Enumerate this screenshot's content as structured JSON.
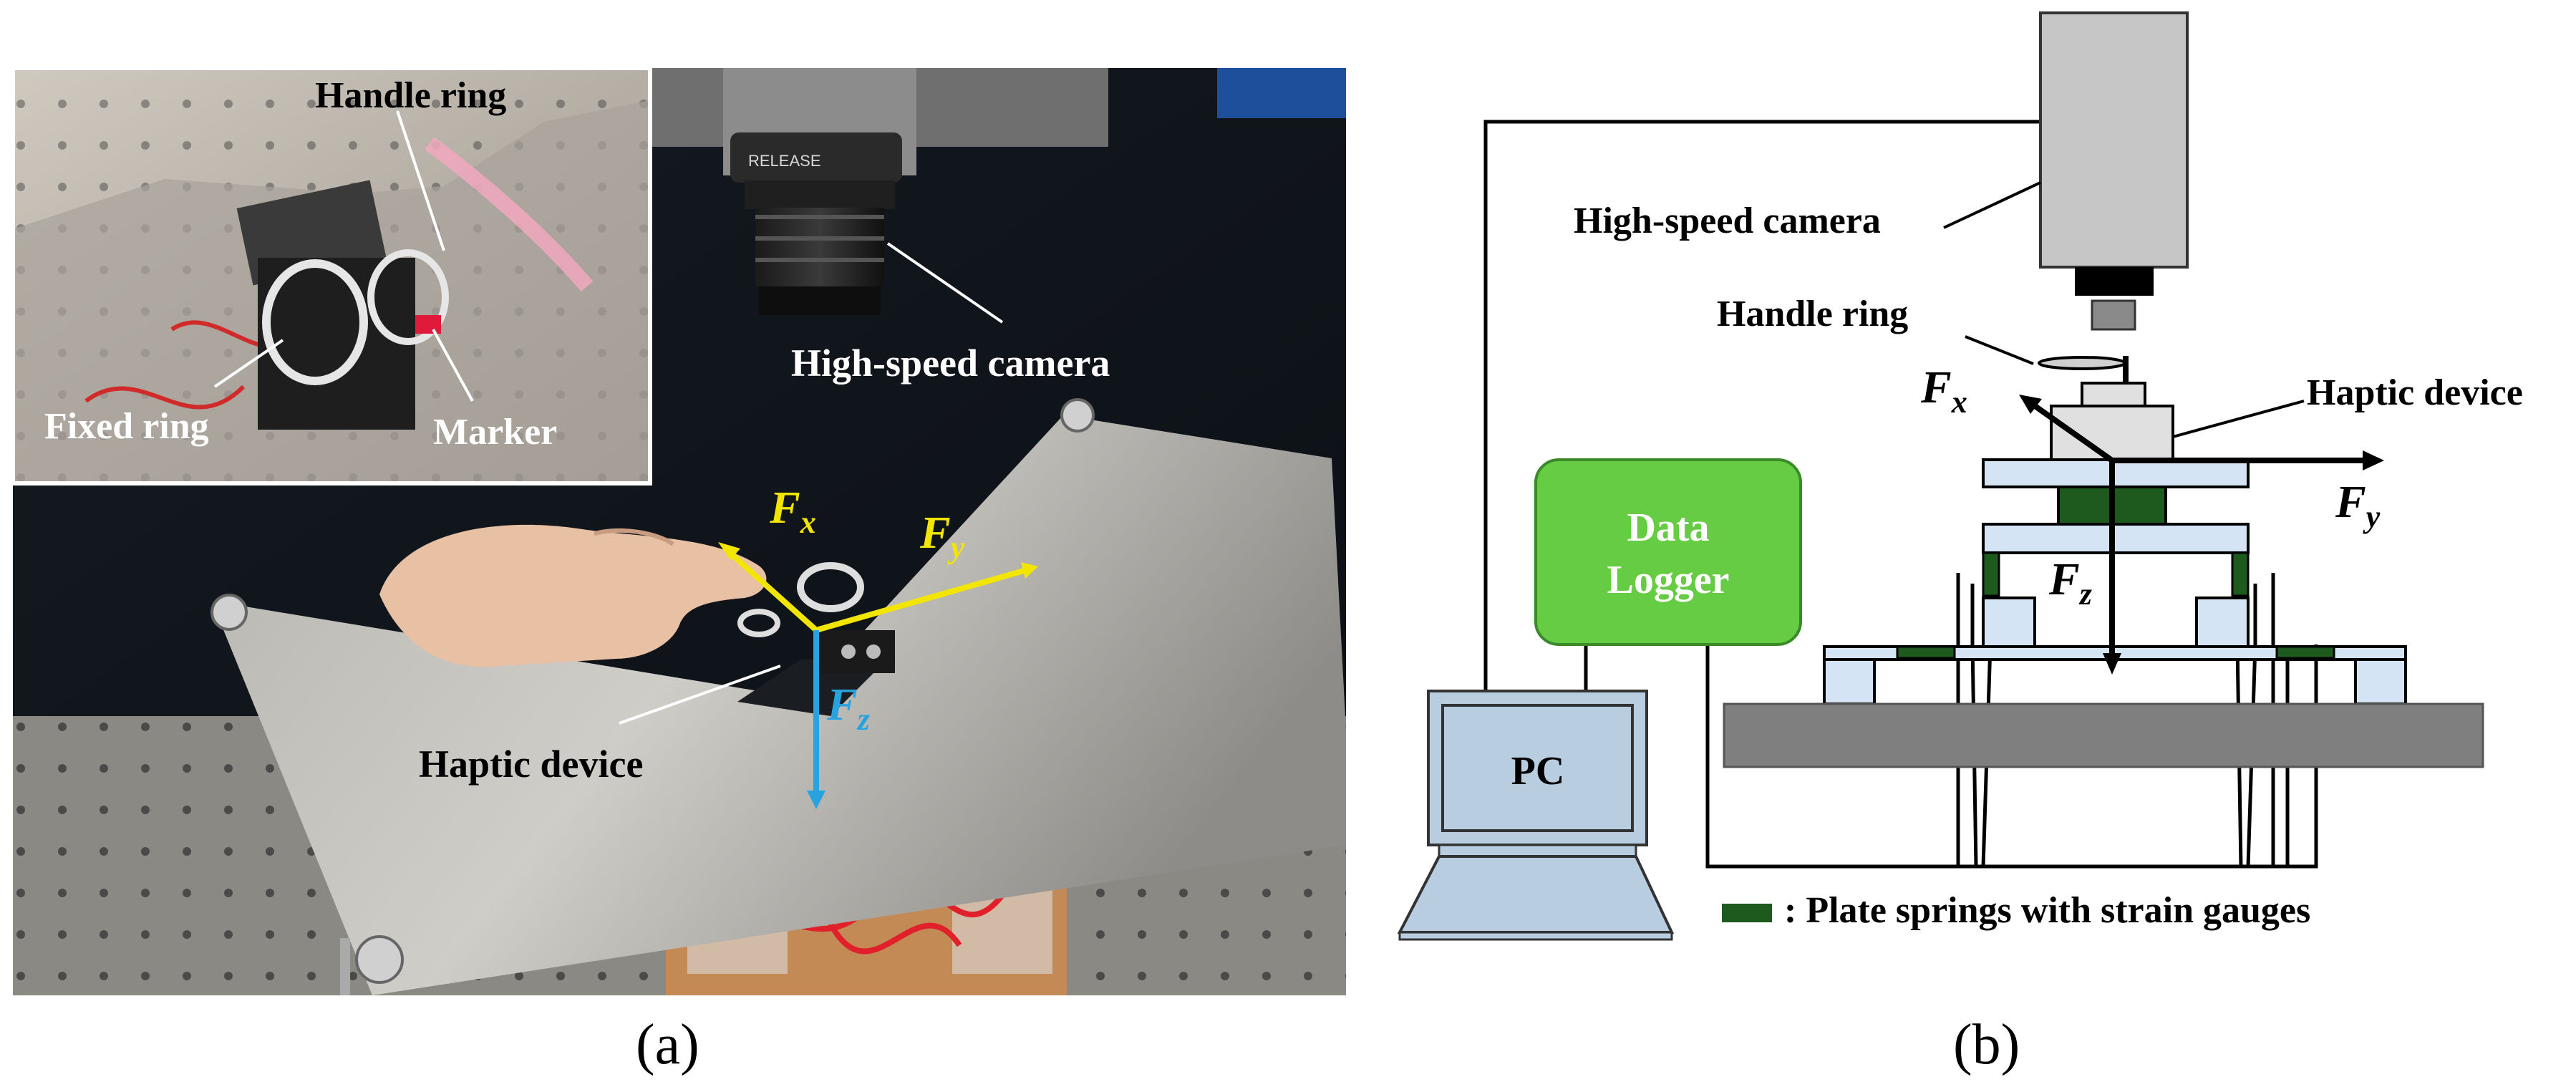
{
  "panel_a": {
    "caption": "(a)",
    "inset": {
      "labels": {
        "handle_ring": "Handle ring",
        "fixed_ring": "Fixed ring",
        "marker": "Marker"
      }
    },
    "main": {
      "camera_label": "High-speed camera",
      "device_label": "Haptic device",
      "release_text": "RELEASE",
      "forces": {
        "fx": {
          "main": "F",
          "sub": "x"
        },
        "fy": {
          "main": "F",
          "sub": "y"
        },
        "fz": {
          "main": "F",
          "sub": "z"
        }
      }
    }
  },
  "panel_b": {
    "caption": "(b)",
    "camera_label": "High-speed camera",
    "handle_ring_label": "Handle ring",
    "haptic_device_label": "Haptic device",
    "data_logger_label": [
      "Data",
      "Logger"
    ],
    "pc_label": "PC",
    "legend_text": ": Plate springs with strain gauges",
    "forces": {
      "fx": {
        "main": "F",
        "sub": "x"
      },
      "fy": {
        "main": "F",
        "sub": "y"
      },
      "fz": {
        "main": "F",
        "sub": "z"
      }
    }
  },
  "colors": {
    "fx_fy_arrow": "#f2e600",
    "fz_arrow": "#29a3e0",
    "data_logger_fill": "#66cc44",
    "spring_fill": "#1e5a1e",
    "pc_fill": "#b8cde0",
    "base_fill": "#7f7f7f",
    "mount_fill": "#d4e4f4"
  }
}
